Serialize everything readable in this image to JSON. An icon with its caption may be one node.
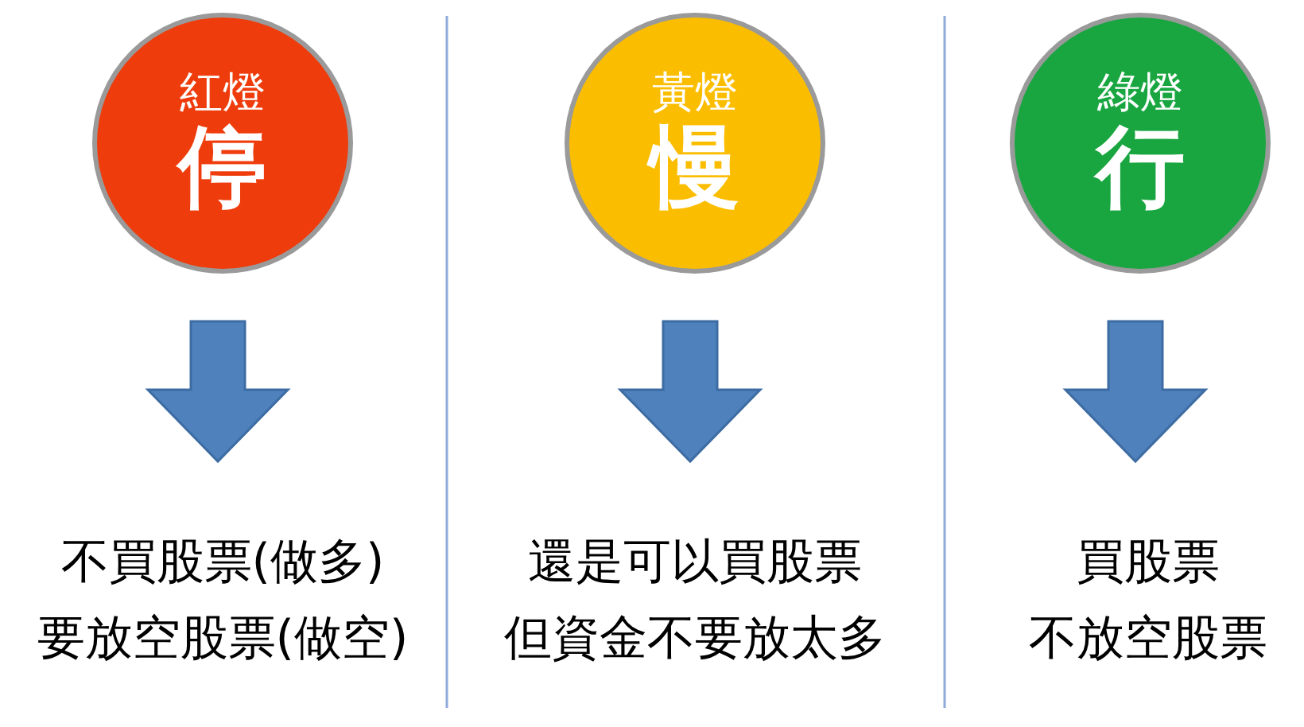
{
  "diagram": {
    "nodes": [
      {
        "text": [
          "紅燈",
          "停"
        ]
      },
      {
        "text": [
          "黃燈",
          "慢"
        ]
      },
      {
        "text": [
          "綠燈",
          "行"
        ]
      },
      {
        "text": [
          "不買股票(做多)",
          "要放空股票(做空)"
        ]
      },
      {
        "text": [
          "還是可以買股票",
          "但資金不要放太多"
        ]
      },
      {
        "text": [
          "買股票",
          "不放空股票"
        ]
      }
    ],
    "edges": [
      {
        "from": 0,
        "to": 3,
        "arrow": "to"
      },
      {
        "from": 1,
        "to": 4,
        "arrow": "to"
      },
      {
        "from": 2,
        "to": 5,
        "arrow": "to"
      }
    ]
  }
}
